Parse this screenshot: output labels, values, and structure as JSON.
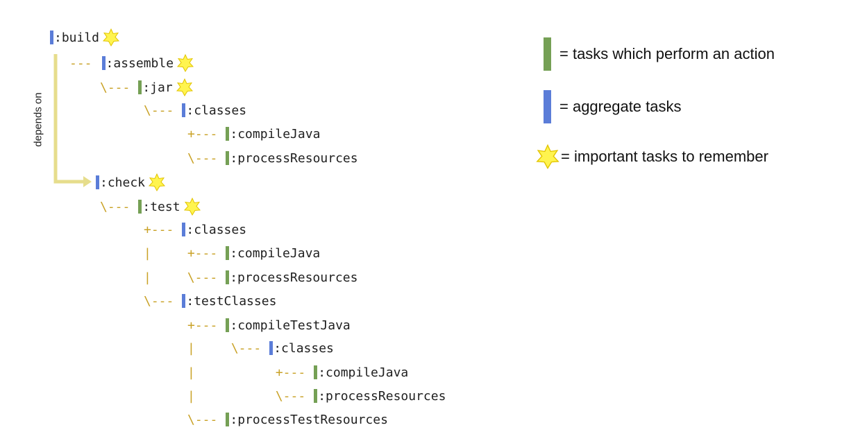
{
  "tree": {
    "depends_label": "depends on",
    "rows": [
      {
        "indent": 0,
        "conn": "",
        "task": ":build",
        "kind": "aggregate",
        "important": true
      },
      {
        "indent": 1,
        "conn": "---",
        "task": ":assemble",
        "kind": "aggregate",
        "important": true
      },
      {
        "indent": 2,
        "conn": "\\---",
        "task": ":jar",
        "kind": "action",
        "important": true
      },
      {
        "indent": 3,
        "conn": "\\---",
        "task": ":classes",
        "kind": "aggregate",
        "important": false
      },
      {
        "indent": 4,
        "conn": "+---",
        "task": ":compileJava",
        "kind": "action",
        "important": false
      },
      {
        "indent": 4,
        "conn": "\\---",
        "task": ":processResources",
        "kind": "action",
        "important": false
      },
      {
        "indent": 1,
        "conn": "",
        "task": ":check",
        "kind": "aggregate",
        "important": true
      },
      {
        "indent": 2,
        "conn": "\\---",
        "task": ":test",
        "kind": "action",
        "important": true
      },
      {
        "indent": 3,
        "conn": "+---",
        "task": ":classes",
        "kind": "aggregate",
        "important": false
      },
      {
        "indent": 3,
        "conn": "|",
        "task": "",
        "kind": "none",
        "important": false,
        "sub_conn": "+---",
        "sub_task": ":compileJava",
        "sub_kind": "action"
      },
      {
        "indent": 3,
        "conn": "|",
        "task": "",
        "kind": "none",
        "important": false,
        "sub_conn": "\\---",
        "sub_task": ":processResources",
        "sub_kind": "action"
      },
      {
        "indent": 3,
        "conn": "\\---",
        "task": ":testClasses",
        "kind": "aggregate",
        "important": false
      },
      {
        "indent": 4,
        "conn": "+---",
        "task": ":compileTestJava",
        "kind": "action",
        "important": false
      },
      {
        "indent": 4,
        "conn": "|",
        "task": "",
        "kind": "none",
        "important": false,
        "sub_conn": "\\---",
        "sub_task": ":classes",
        "sub_kind": "aggregate"
      },
      {
        "indent": 4,
        "conn": "|",
        "task": "",
        "kind": "none",
        "important": false,
        "sub_conn": "+---",
        "sub_task": ":compileJava",
        "sub_kind": "action",
        "deep": true
      },
      {
        "indent": 4,
        "conn": "|",
        "task": "",
        "kind": "none",
        "important": false,
        "sub_conn": "\\---",
        "sub_task": ":processResources",
        "sub_kind": "action",
        "deep": true
      },
      {
        "indent": 4,
        "conn": "\\---",
        "task": ":processTestResources",
        "kind": "action",
        "important": false
      }
    ]
  },
  "legend": {
    "action_text": "= tasks which perform an action",
    "aggregate_text": "= aggregate tasks",
    "important_text": "= important tasks to remember"
  },
  "colors": {
    "aggregate": "#5b7dd8",
    "action": "#75a055",
    "connector": "#c9a227",
    "star_fill": "#fff44f",
    "star_stroke": "#e2c400",
    "arrow": "#e6dd8c"
  }
}
